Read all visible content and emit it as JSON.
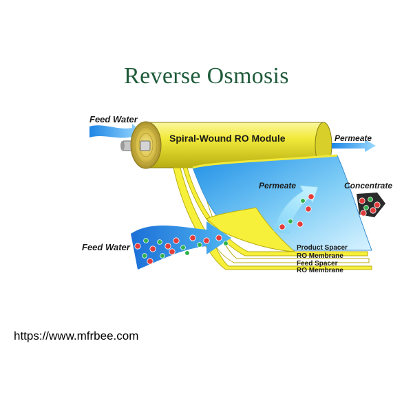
{
  "title": "Reverse Osmosis",
  "labels": {
    "feed_water_top": "Feed Water",
    "feed_water_bottom": "Feed Water",
    "permeate_outlet": "Permeate",
    "permeate_flow": "Permeate",
    "concentrate": "Concentrate",
    "module": "Spiral-Wound RO Module"
  },
  "layers": [
    "Product Spacer",
    "RO Membrane",
    "Feed Spacer",
    "RO Membrane"
  ],
  "footer_url": "https://www.mfrbee.com",
  "colors": {
    "title": "#1f5b3a",
    "module_yellow": "#f2ea3a",
    "membrane_yellow": "#f7f03a",
    "water_blue": "#2f9be8",
    "light_blue": "#bfe8ff",
    "ion_red": "#e23b3b",
    "ion_green": "#2fb24a"
  }
}
